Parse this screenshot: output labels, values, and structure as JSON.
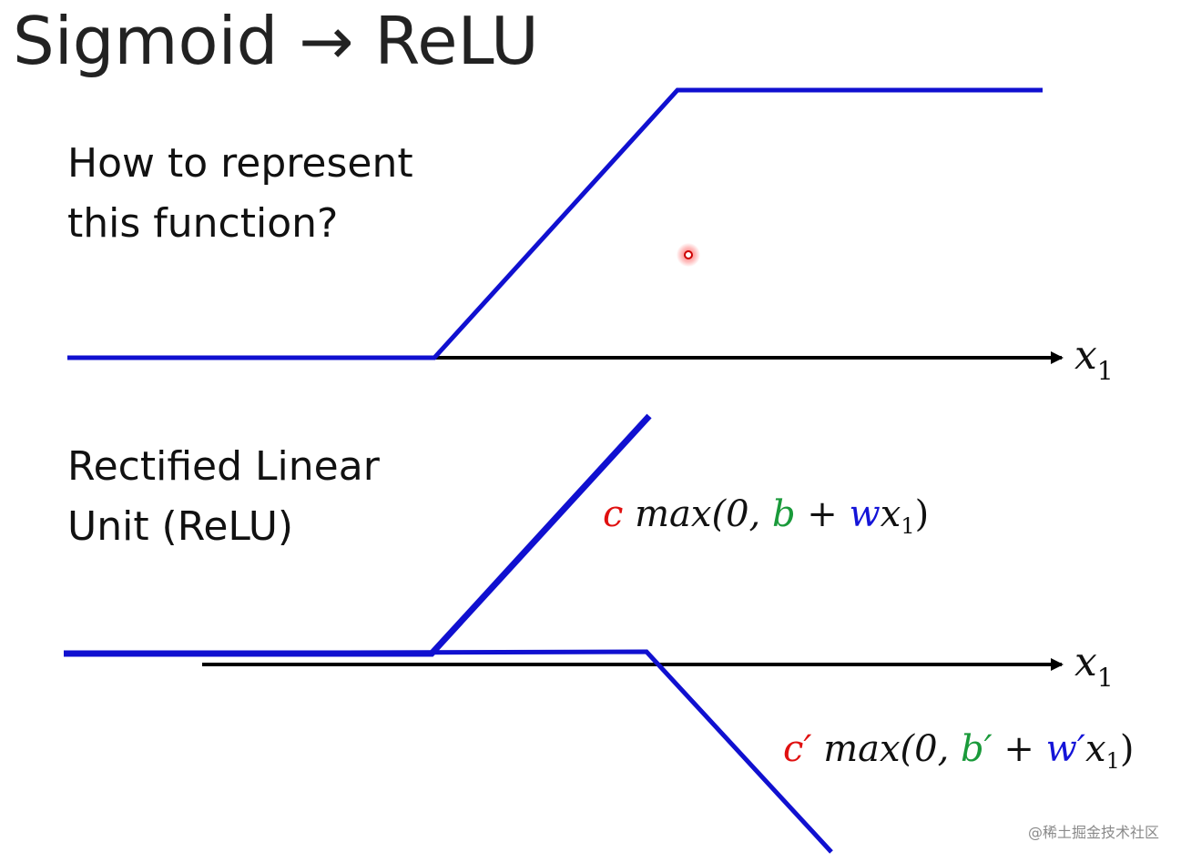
{
  "slide": {
    "title": "Sigmoid → ReLU",
    "question": [
      "How to represent",
      "this function?"
    ],
    "relu_label": [
      "Rectified Linear",
      "Unit (ReLU)"
    ],
    "axis_variable": "x",
    "axis_subscript": "1",
    "watermark": "@稀土掘金技术社区"
  },
  "formula1": {
    "c": "c",
    "max_open": "max(0, ",
    "b": "b",
    "plus": " + ",
    "w": "w",
    "x": "x",
    "sub": "1",
    "close": ")"
  },
  "formula2": {
    "c": "c′",
    "max_open": "max(0, ",
    "b": "b′",
    "plus": " + ",
    "w": "w′",
    "x": "x",
    "sub": "1",
    "close": ")"
  },
  "colors": {
    "curve": "#1010d0",
    "axis": "#000000",
    "c_color": "#e01010",
    "b_color": "#1a9a3a",
    "w_color": "#1414d8"
  },
  "icons": {
    "axis_arrow": "arrow-right-icon",
    "pointer": "laser-pointer-icon"
  }
}
